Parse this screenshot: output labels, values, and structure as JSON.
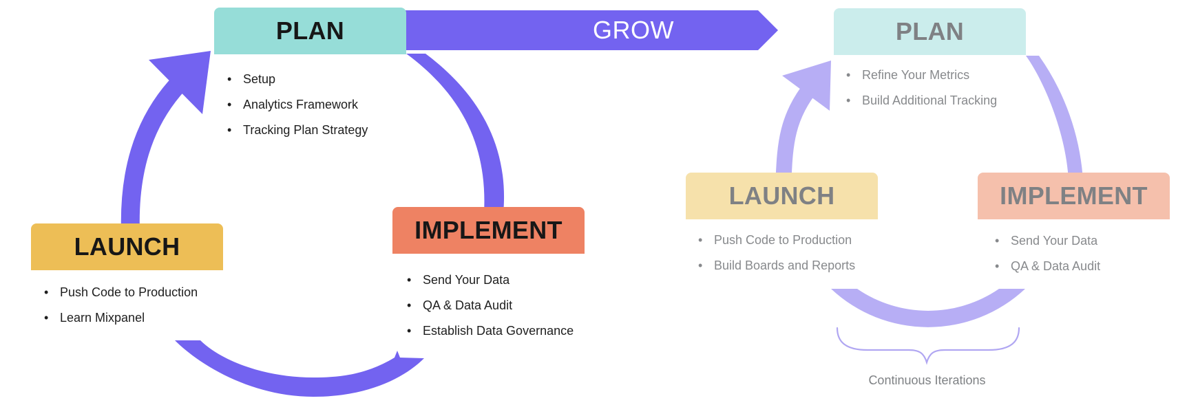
{
  "diagram_title": "Plan Implement Launch Grow cycle",
  "left_cycle": {
    "plan": {
      "title": "PLAN",
      "items": [
        "Setup",
        "Analytics Framework",
        "Tracking Plan Strategy"
      ]
    },
    "implement": {
      "title": "IMPLEMENT",
      "items": [
        "Send Your Data",
        "QA & Data Audit",
        "Establish Data Governance"
      ]
    },
    "launch": {
      "title": "LAUNCH",
      "items": [
        "Push Code to Production",
        "Learn Mixpanel"
      ]
    }
  },
  "grow_arrow": {
    "label": "GROW"
  },
  "right_cycle": {
    "plan": {
      "title": "PLAN",
      "items": [
        "Refine Your Metrics",
        "Build Additional Tracking"
      ]
    },
    "launch": {
      "title": "LAUNCH",
      "items": [
        "Push Code to Production",
        "Build Boards and Reports"
      ]
    },
    "implement": {
      "title": "IMPLEMENT",
      "items": [
        "Send Your Data",
        "QA & Data Audit"
      ]
    },
    "caption": "Continuous Iterations"
  },
  "colors": {
    "purple": "#7363F0",
    "lilac": "#B7AEF5",
    "brace": "#B0A6F2",
    "teal": "#96DDD8",
    "teal_light": "#CBEDEC",
    "gold": "#EDBE56",
    "gold_light": "#F6E1AB",
    "coral": "#EE8263",
    "coral_light": "#F5C0AC",
    "title_dark": "#171717",
    "title_gray": "#7F8184",
    "text_dark": "#1E1E1E",
    "text_gray": "#87898C",
    "caption_gray": "#7E8184"
  }
}
